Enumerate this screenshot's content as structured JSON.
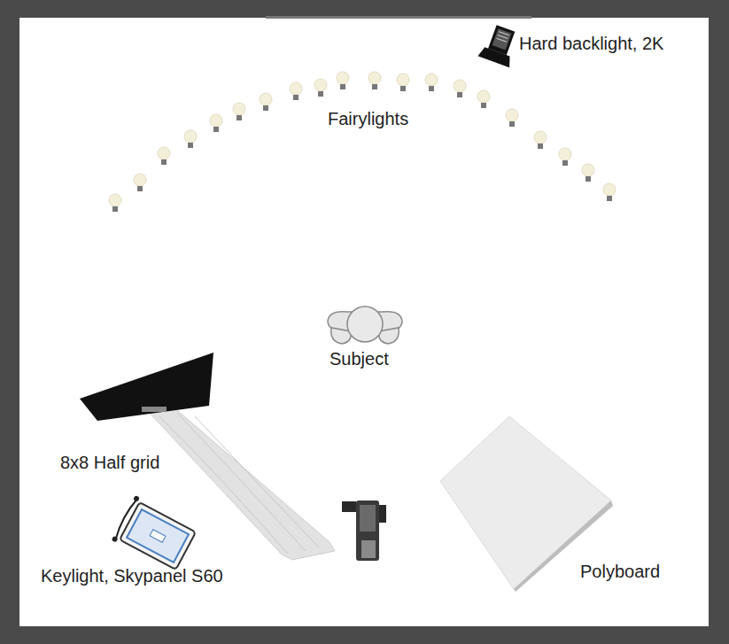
{
  "diagram": {
    "labels": [
      "Hard backlight, 2K",
      "Fairylights",
      "Subject",
      "8x8 Half grid",
      "Keylight, Skypanel S60",
      "Polyboard"
    ]
  }
}
